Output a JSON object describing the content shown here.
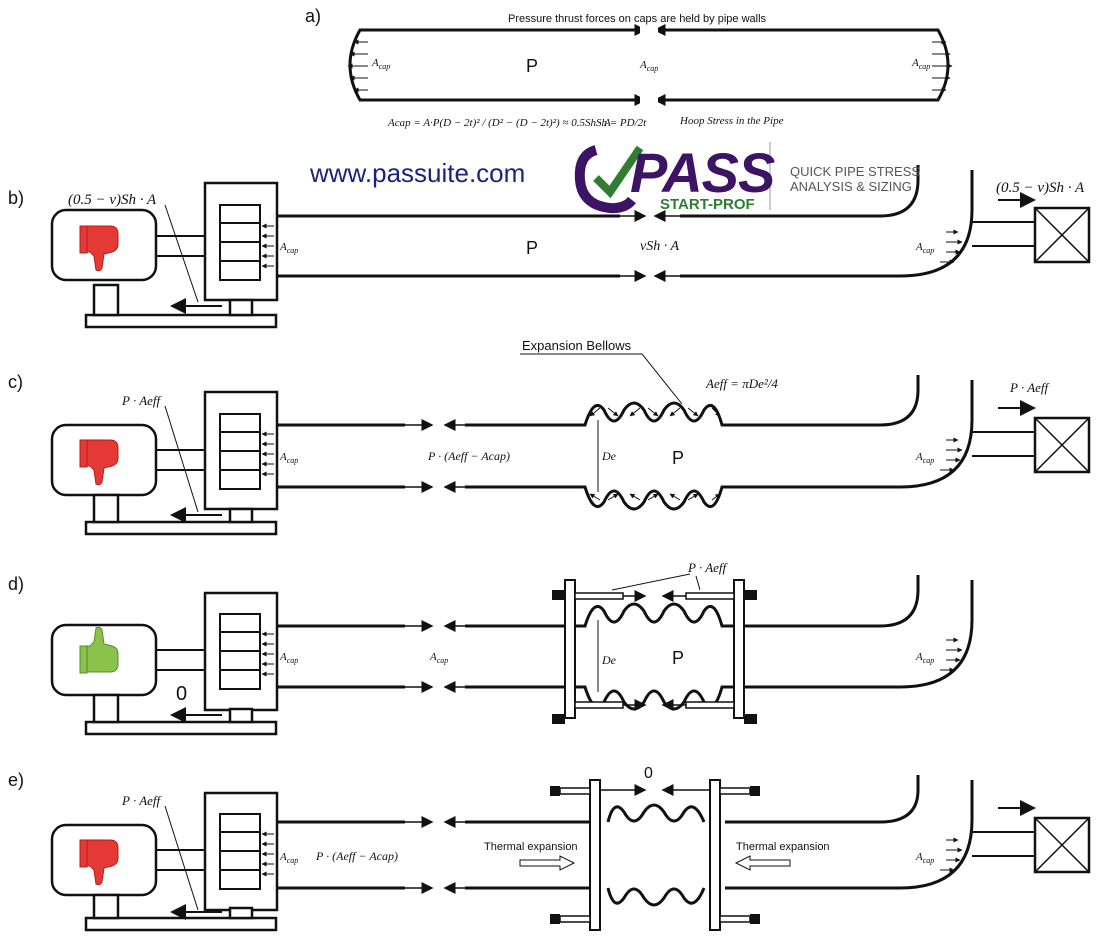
{
  "panel_labels": [
    "a)",
    "b)",
    "c)",
    "d)",
    "e)"
  ],
  "top_note": "Pressure thrust forces on caps are held by pipe walls",
  "pressure_label": "P",
  "acap": "A",
  "acap_sub": "cap",
  "formula_acap": "Acap = A·P(D − 2t)² / (D² − (D − 2t)²) ≈ 0.5Sh · A",
  "formula_hoop": "Sh = PD/2t",
  "hoop_label": "Hoop Stress in the Pipe",
  "force_b": "(0.5 − ν)Sh · A",
  "force_b_center": "νSh · A",
  "force_c_left": "P · Aeff",
  "force_c_center": "P · (Aeff − Acap)",
  "force_c_right": "P · Aeff",
  "bellows_label": "Expansion Bellows",
  "aeff_formula": "Aeff = πDe²/4",
  "de_label": "De",
  "force_d_tie": "P · Aeff",
  "zero_label": "0",
  "thermal_left": "Thermal expansion",
  "thermal_right": "Thermal expansion",
  "brand": {
    "website": "www.passuite.com",
    "logo_text": "PASS",
    "logo_sub": "START-PROF",
    "tagline_1": "QUICK PIPE STRESS",
    "tagline_2": "ANALYSIS & SIZING"
  },
  "thumbs": [
    "thumbs-down",
    "thumbs-down",
    "thumbs-up",
    "thumbs-down"
  ],
  "colors": {
    "thumb_down": "#e53935",
    "thumb_up": "#8bc34a",
    "brand_blue": "#1a237e",
    "brand_purple": "#3d1465",
    "brand_green": "#2e7d32"
  }
}
